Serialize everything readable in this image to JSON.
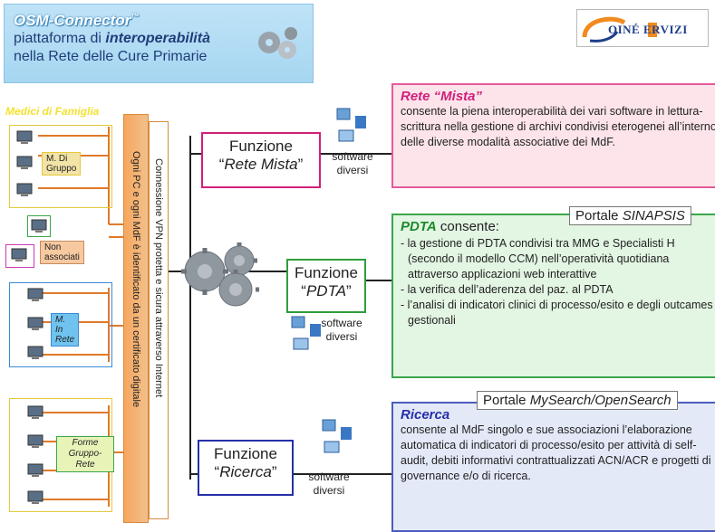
{
  "header": {
    "title": "OSM-Connector",
    "title_mark": "™",
    "line1_prefix": "piattaforma di ",
    "line1_emph": "interoperabilità",
    "line2": "nella Rete delle Cure Primarie"
  },
  "logo": {
    "text": "OINÉ ERVIZI",
    "icon": "koine-servizi-logo"
  },
  "doctors": {
    "label": "Medici di Famiglia",
    "groups": [
      {
        "label": "M. Di Gruppo",
        "color": "#f2e3a6",
        "border": "#e6c93a"
      },
      {
        "label": "Non associati",
        "color": "#f6c9a1",
        "border": "#c93ab3"
      },
      {
        "label": "M. In Rete",
        "color": "#6fc3ee",
        "border": "#3a8ad6"
      },
      {
        "label": "Forme Gruppo-Rete",
        "color": "#e8f3b8",
        "border": "#3aa64a"
      }
    ]
  },
  "banners": {
    "orange": "Ogni PC e ogni MdF è identificato da un certificato digitale",
    "white": "Connessione VPN protetta e sicura attraverso Internet"
  },
  "functions": [
    {
      "prefix": "Funzione",
      "name": "Rete Mista",
      "border": "#d0207a"
    },
    {
      "prefix": "Funzione",
      "name": "PDTA",
      "border": "#2f9e3a"
    },
    {
      "prefix": "Funzione",
      "name": "Ricerca",
      "border": "#2530a8"
    }
  ],
  "software": {
    "line1": "software",
    "line2": "diversi"
  },
  "panels": {
    "rete": {
      "title": "Rete “Mista”",
      "text": "consente la piena interoperabilità dei vari software in lettura-scrittura nella gestione di archivi condivisi eterogenei all’interno delle diverse modalità associative dei MdF.",
      "bg": "#fce4ea",
      "border": "#e55a9a"
    },
    "pdta": {
      "portal_prefix": "Portale ",
      "portal_name": "SINAPSIS",
      "title": "PDTA",
      "title_suffix": " consente:",
      "bullets": [
        "la gestione di PDTA condivisi tra MMG e Specialisti H (secondo il modello CCM) nell’operatività quotidiana attraverso applicazioni web interattive",
        "la verifica dell’aderenza del paz. al PDTA",
        "l’analisi di indicatori clinici di processo/esito e degli outcames gestionali"
      ],
      "bg": "#e3f5e3",
      "border": "#3aa64a"
    },
    "ricerca": {
      "portal_prefix": "Portale ",
      "portal_name": "MySearch/OpenSearch",
      "title": "Ricerca",
      "text": "consente al MdF singolo e sue associazioni l’elaborazione automatica di indicatori di processo/esito per attività di self-audit, debiti informativi contrattualizzati ACN/ACR e progetti di governance e/o di ricerca.",
      "bg": "#e4e9f8",
      "border": "#4a5cc0"
    }
  }
}
